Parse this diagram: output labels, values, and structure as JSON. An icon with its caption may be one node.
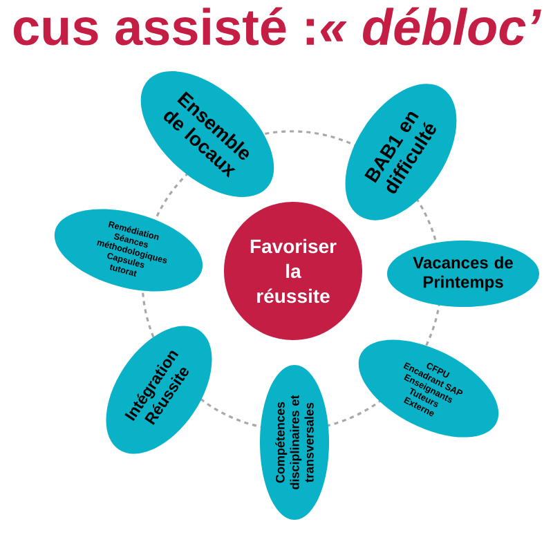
{
  "diagram": {
    "title": "cus assisté :*« débloc’*",
    "nodes": [
      {
        "text": [
          "Ensemble de locaux"
        ]
      },
      {
        "text": [
          "BAB1 en difficulté"
        ]
      },
      {
        "text": [
          "Remédiation",
          "Séances méthodologiques",
          "Capsules tutorat"
        ]
      },
      {
        "text": [
          "Favoriser la réussite"
        ]
      },
      {
        "text": [
          "Vacances de Printemps"
        ]
      },
      {
        "text": [
          "Intégration Réussite"
        ]
      },
      {
        "text": [
          "Compétences disciplinaires et transversales"
        ]
      },
      {
        "text": [
          "CFPU",
          "Encadrant SAP",
          "Enseignants",
          "Tuteurs",
          "Externe"
        ]
      }
    ]
  }
}
